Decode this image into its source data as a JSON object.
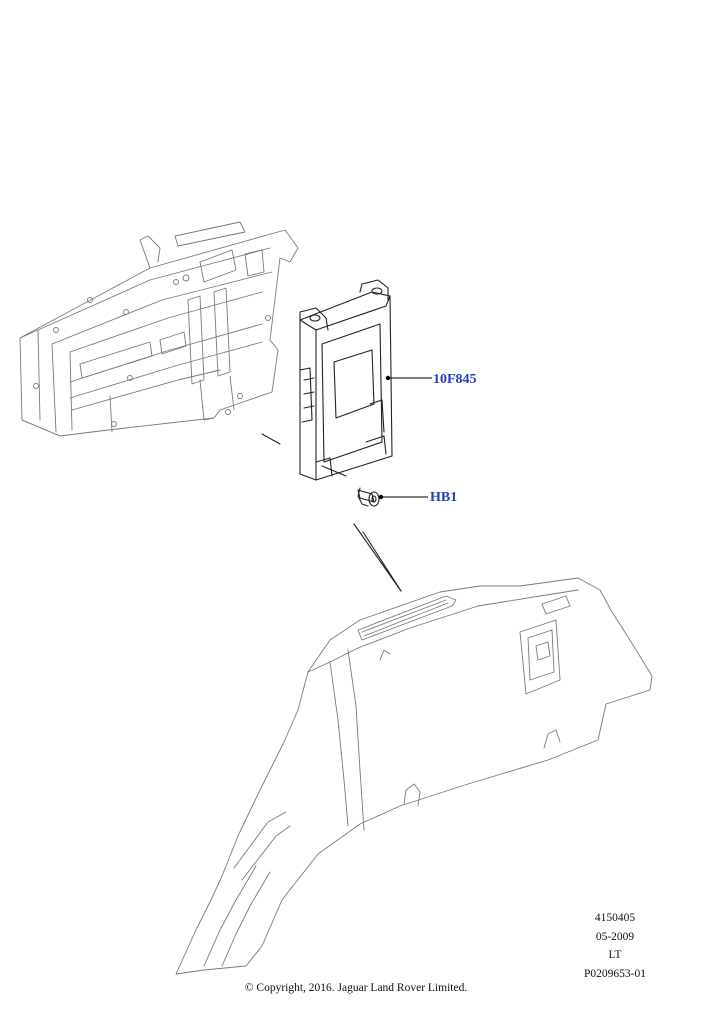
{
  "callouts": [
    {
      "id": "10F845",
      "label": "10F845"
    },
    {
      "id": "HB1",
      "label": "HB1"
    }
  ],
  "reference": {
    "line1": "4150405",
    "line2": "05-2009",
    "line3": "LT",
    "line4": "P0209653-01"
  },
  "copyright": "© Copyright, 2016. Jaguar Land Rover Limited.",
  "colors": {
    "callout_text": "#1f3fbf",
    "line_art": "#7a7a7a",
    "part_outline": "#222222"
  }
}
